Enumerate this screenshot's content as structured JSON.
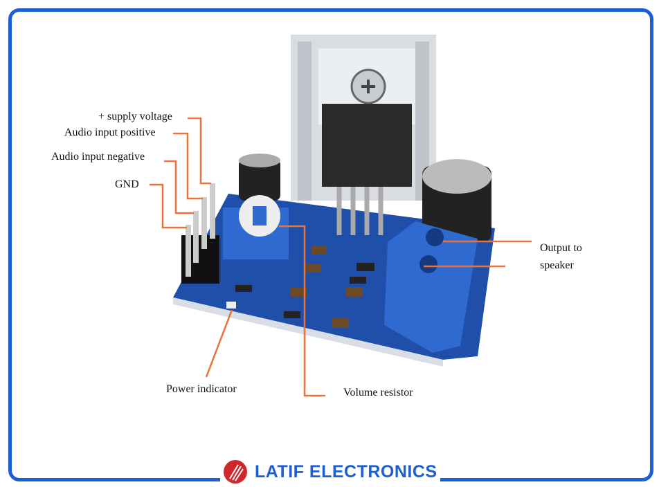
{
  "labels": {
    "supply": "+ supply voltage",
    "audio_pos": "Audio input positive",
    "audio_neg": "Audio input negative",
    "gnd": "GND",
    "power": "Power indicator",
    "volume": "Volume resistor",
    "output": "Output to\nspeaker"
  },
  "logo": {
    "text": "LATIF ELECTRONICS"
  },
  "colors": {
    "frame": "#1c5ed6",
    "leader": "#e8743b",
    "pcb": "#1f4fa8",
    "logo_red": "#d0282a"
  }
}
